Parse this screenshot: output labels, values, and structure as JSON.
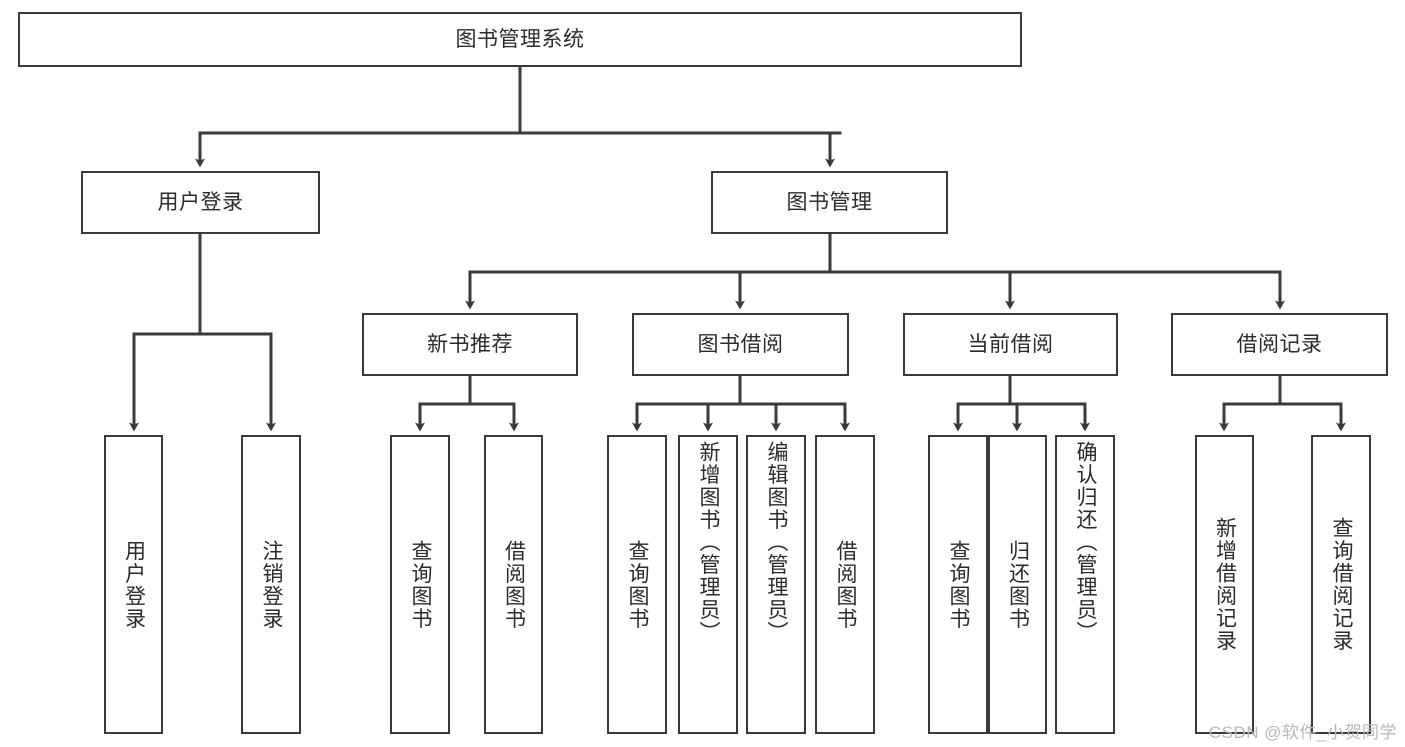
{
  "diagram": {
    "type": "tree-hierarchy",
    "title": "图书管理系统",
    "watermark": "CSDN @软件_小贺同学",
    "colors": {
      "node_border": "#3a3a3a",
      "node_fill": "#ffffff",
      "edge": "#3a3a3a",
      "text": "#2b2b2b",
      "watermark": "#b9b9b9",
      "background": "#ffffff"
    },
    "root": {
      "label": "图书管理系统"
    },
    "level2": [
      {
        "label": "用户登录"
      },
      {
        "label": "图书管理"
      }
    ],
    "level3": [
      {
        "label": "新书推荐"
      },
      {
        "label": "图书借阅"
      },
      {
        "label": "当前借阅"
      },
      {
        "label": "借阅记录"
      }
    ],
    "leaves": {
      "user_login": [
        {
          "label": "用户登录"
        },
        {
          "label": "注销登录"
        }
      ],
      "new_book_recommend": [
        {
          "label": "查询图书"
        },
        {
          "label": "借阅图书"
        }
      ],
      "book_borrow": [
        {
          "label": "查询图书"
        },
        {
          "label": "新增图书（管理员）"
        },
        {
          "label": "编辑图书（管理员）"
        },
        {
          "label": "借阅图书"
        }
      ],
      "current_borrow": [
        {
          "label": "查询图书"
        },
        {
          "label": "归还图书"
        },
        {
          "label": "确认归还（管理员）"
        }
      ],
      "borrow_record": [
        {
          "label": "新增借阅记录"
        },
        {
          "label": "查询借阅记录"
        }
      ]
    }
  }
}
